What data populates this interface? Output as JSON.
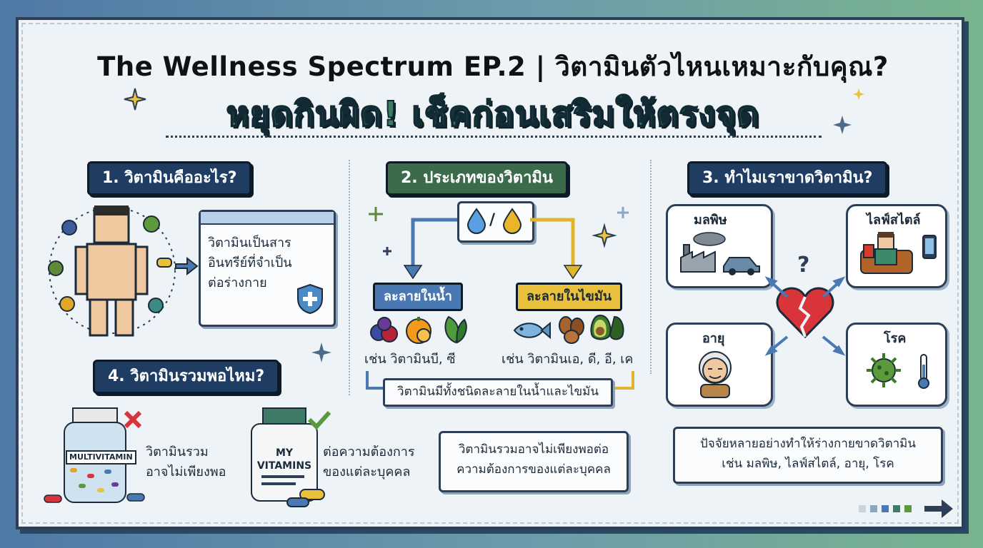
{
  "header": {
    "title": "The Wellness Spectrum EP.2 | วิตามินตัวไหนเหมาะกับคุณ?",
    "subtitle": "หยุดกินผิด! เช็คก่อนเสริมให้ตรงจุด"
  },
  "section1": {
    "heading": "1. วิตามินคืออะไร?",
    "card_lines": [
      "วิตามินเป็นสาร",
      "อินทรีย์ที่จำเป็น",
      "ต่อร่างกาย"
    ]
  },
  "section2": {
    "heading": "2. ประเภทของวิตามิน",
    "slash": "/",
    "water_label": "ละลายในน้ำ",
    "fat_label": "ละลายในไขมัน",
    "water_examples": "เช่น วิตามินบี, ซี",
    "fat_examples": "เช่น วิตามินเอ, ดี, อี, เค",
    "summary": "วิตามินมีทั้งชนิดละลายในน้ำและไขมัน"
  },
  "section3": {
    "heading": "3. ทำไมเราขาดวิตามิน?",
    "causes": {
      "pollution": "มลพิษ",
      "lifestyle": "ไลฟ์สไตล์",
      "age": "อายุ",
      "disease": "โรค"
    },
    "question_mark": "?",
    "summary_lines": [
      "ปัจจัยหลายอย่างทำให้ร่างกายขาดวิตามิน",
      "เช่น มลพิษ, ไลฟ์สไตล์, อายุ, โรค"
    ]
  },
  "section4": {
    "heading": "4. วิตามินรวมพอไหม?",
    "bottle1_label": "MULTIVITAMIN",
    "bottle1_caption": [
      "วิตามินรวม",
      "อาจไม่เพียงพอ"
    ],
    "bottle2_label": [
      "MY",
      "VITAMINS"
    ],
    "bottle2_caption": [
      "ต่อความต้องการ",
      "ของแต่ละบุคคล"
    ],
    "note_lines": [
      "วิตามินรวมอาจไม่เพียงพอต่อ",
      "ความต้องการของแต่ละบุคคล"
    ]
  },
  "colors": {
    "navy": "#1f3d63",
    "green": "#3b6b4a",
    "water_blue": "#4a78b3",
    "fat_yellow": "#e9c13d",
    "accent_teal": "#3f7a66"
  },
  "icons": [
    "person-icon",
    "shield-icon",
    "water-drop-icon",
    "oil-drop-icon",
    "berries-icon",
    "orange-icon",
    "spinach-icon",
    "fish-icon",
    "nuts-icon",
    "avocado-icon",
    "factory-icon",
    "car-icon",
    "person-on-sofa-icon",
    "phone-icon",
    "broken-heart-icon",
    "elderly-face-icon",
    "virus-icon",
    "thermometer-icon",
    "cross-mark-icon",
    "check-mark-icon",
    "pills-icon",
    "next-arrow-icon"
  ]
}
